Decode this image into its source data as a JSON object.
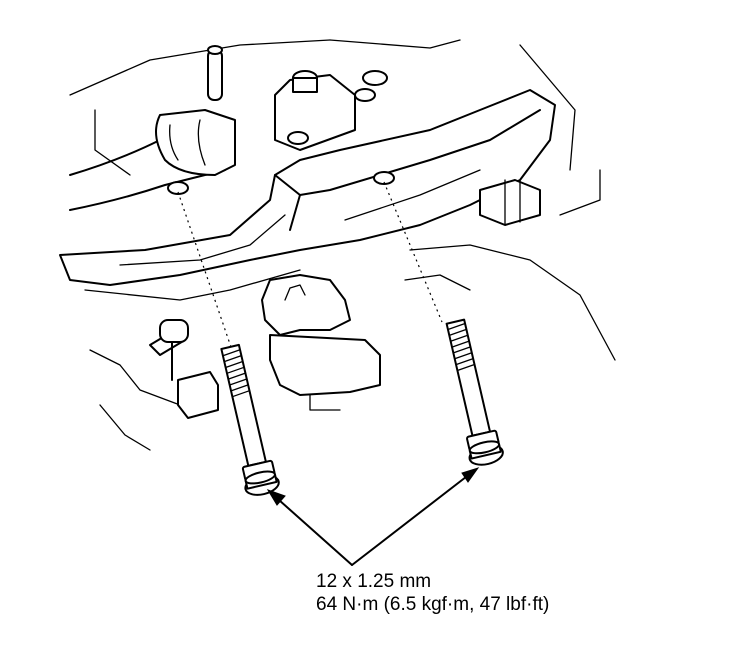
{
  "callout": {
    "size": "12 x 1.25 mm",
    "torque": "64 N·m (6.5 kgf·m, 47 lbf·ft)"
  },
  "icons": [
    "subframe-illustration",
    "flange-bolt-left",
    "flange-bolt-right",
    "leader-arrows"
  ]
}
